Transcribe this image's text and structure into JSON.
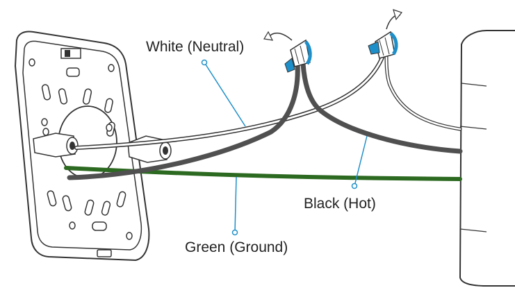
{
  "labels": {
    "white": "White (Neutral)",
    "black": "Black (Hot)",
    "green": "Green (Ground)"
  },
  "colors": {
    "outline": "#333333",
    "black_wire": "#505050",
    "white_wire_fill": "#ffffff",
    "green_wire": "#2d6a21",
    "leader": "#1e8fc9",
    "wire_nut_accent": "#1e8fc9"
  }
}
